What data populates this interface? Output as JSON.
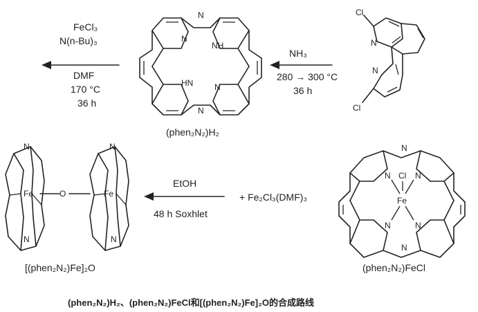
{
  "step1": {
    "reagent_top": "NH₃",
    "cond_1": "280 → 300 °C",
    "cond_2": "36 h"
  },
  "step2": {
    "reagent_1": "FeCl₃",
    "reagent_2": "N(n-Bu)₃",
    "solvent": "DMF",
    "temp": "170 °C",
    "time": "36 h"
  },
  "step3": {
    "plus_reagent": "+ Fe₂Cl₃(DMF)₃",
    "reagent": "EtOH",
    "cond": "48 h Soxhlet"
  },
  "labels": {
    "phen2n2h2": "(phen₂N₂)H₂",
    "phen2n2fecl": "(phen₂N₂)FeCl",
    "phen2n2fe2o": "[(phen₂N₂)Fe]₂O"
  },
  "atoms": {
    "N": "N",
    "NH": "NH",
    "HN": "HN",
    "Cl": "Cl",
    "Fe": "Fe",
    "O": "O"
  },
  "caption": "(phen₂N₂)H₂、(phen₂N₂)FeCl和[(phen₂N₂)Fe]₂O的合成路线"
}
